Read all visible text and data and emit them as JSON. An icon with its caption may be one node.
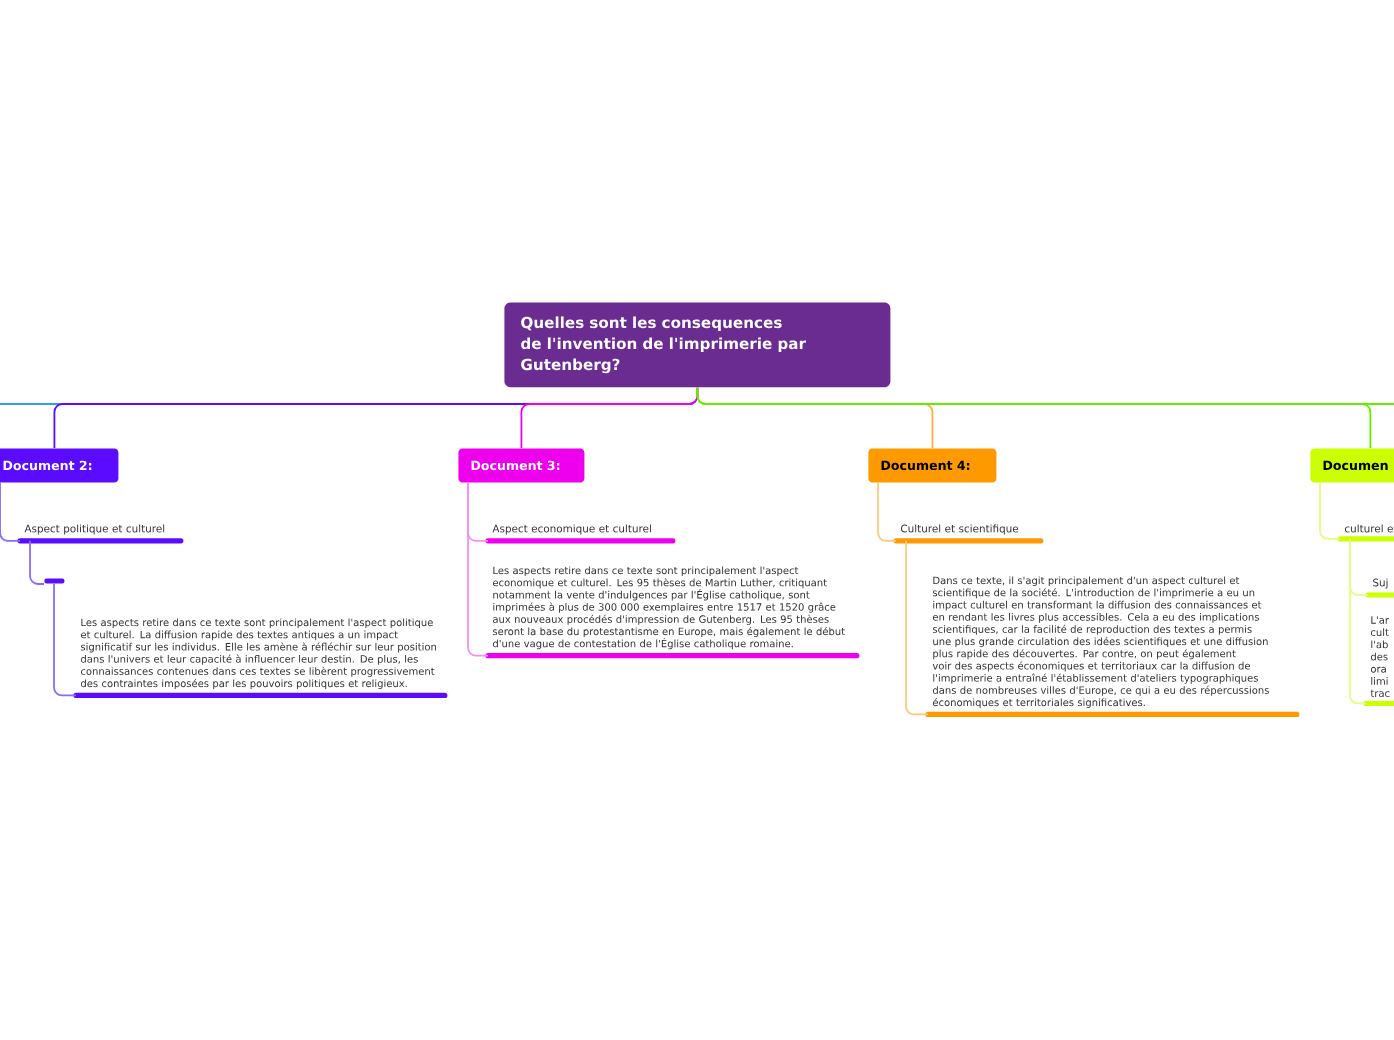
{
  "diagram": {
    "nodes": [
      {
        "text": [
          "Quelles sont les consequences de l'invention de l'imprimerie par Gutenberg?"
        ]
      },
      {
        "text": [
          "Document 2:"
        ]
      },
      {
        "text": [
          "Aspect politique et culturel"
        ]
      },
      {
        "text": [],
        "shape": "bar"
      },
      {
        "text": [
          "Les aspects retire dans ce texte sont principalement l'aspect politique et culturel. La diffusion rapide des textes antiques a un impact significatif sur les individus. Elle les amène à réfléchir sur leur position dans l'univers et leur capacité à influencer leur destin. De plus, les connaissances contenues dans ces textes se libèrent progressivement des contraintes imposées par les pouvoirs politiques et religieux."
        ]
      },
      {
        "text": [
          "Document 3:"
        ]
      },
      {
        "text": [
          "Aspect economique et culturel"
        ]
      },
      {
        "text": [
          "Les aspects retire dans ce texte sont principalement l'aspect economique et culturel. Les 95 thèses de Martin Luther, critiquant notamment la vente d'indulgences par l'Église catholique, sont imprimées à plus de 300 000 exemplaires entre 1517 et 1520 grâce aux nouveaux procédés d'impression de Gutenberg. Les 95 thèses seront la base du protestantisme en Europe, mais également le début d'une vague de contestation de l'Église catholique romaine."
        ]
      },
      {
        "text": [
          "Document 4:"
        ]
      },
      {
        "text": [
          "Culturel et scientifique"
        ]
      },
      {
        "text": [
          "Dans ce texte, il s'agit principalement d'un aspect culturel et scientifique de la société. L'introduction de l'imprimerie a eu un impact culturel en transformant la diffusion des connaissances et en rendant les livres plus accessibles. Cela a eu des implications scientifiques, car la facilité de reproduction des textes a permis une plus grande circulation des idées scientifiques et une diffusion plus rapide des découvertes. Par contre, on peut également voir des aspects économiques et territoriaux car la diffusion de l'imprimerie a entraîné l'établissement d'ateliers typographiques dans de nombreuses villes d'Europe, ce qui a eu des répercussions économiques et territoriales significatives."
        ]
      },
      {
        "text": [
          "Documen"
        ]
      },
      {
        "text": [
          "culturel e"
        ]
      },
      {
        "text": [
          "Suj"
        ]
      },
      {
        "text": [
          "L'ar cult l'ab des ora limi trac"
        ]
      }
    ],
    "edges": [
      {
        "from": 0,
        "to": null,
        "arrow": "none",
        "color": "#3399ff"
      },
      {
        "from": 0,
        "to": 1,
        "arrow": "none",
        "color": "#5b0bff"
      },
      {
        "from": 0,
        "to": 5,
        "arrow": "none",
        "color": "#ee00ee"
      },
      {
        "from": 0,
        "to": 8,
        "arrow": "none",
        "color": "#ffb040"
      },
      {
        "from": 0,
        "to": 11,
        "arrow": "none",
        "color": "#66ee00"
      },
      {
        "from": 0,
        "to": null,
        "arrow": "none",
        "color": "#66ee00"
      },
      {
        "from": 1,
        "to": 2,
        "arrow": "none",
        "color": "#8a6bff"
      },
      {
        "from": 2,
        "to": 3,
        "arrow": "none",
        "color": "#8a6bff"
      },
      {
        "from": 3,
        "to": 4,
        "arrow": "none",
        "color": "#8a6bff"
      },
      {
        "from": 5,
        "to": 6,
        "arrow": "none",
        "color": "#f590f5"
      },
      {
        "from": 5,
        "to": 7,
        "arrow": "none",
        "color": "#f590f5"
      },
      {
        "from": 8,
        "to": 9,
        "arrow": "none",
        "color": "#ffc880"
      },
      {
        "from": 9,
        "to": 10,
        "arrow": "none",
        "color": "#ffc880"
      },
      {
        "from": 11,
        "to": 12,
        "arrow": "none",
        "color": "#e2ff80"
      },
      {
        "from": 12,
        "to": 13,
        "arrow": "none",
        "color": "#e2ff80"
      },
      {
        "from": 12,
        "to": 14,
        "arrow": "none",
        "color": "#e2ff80"
      }
    ]
  }
}
